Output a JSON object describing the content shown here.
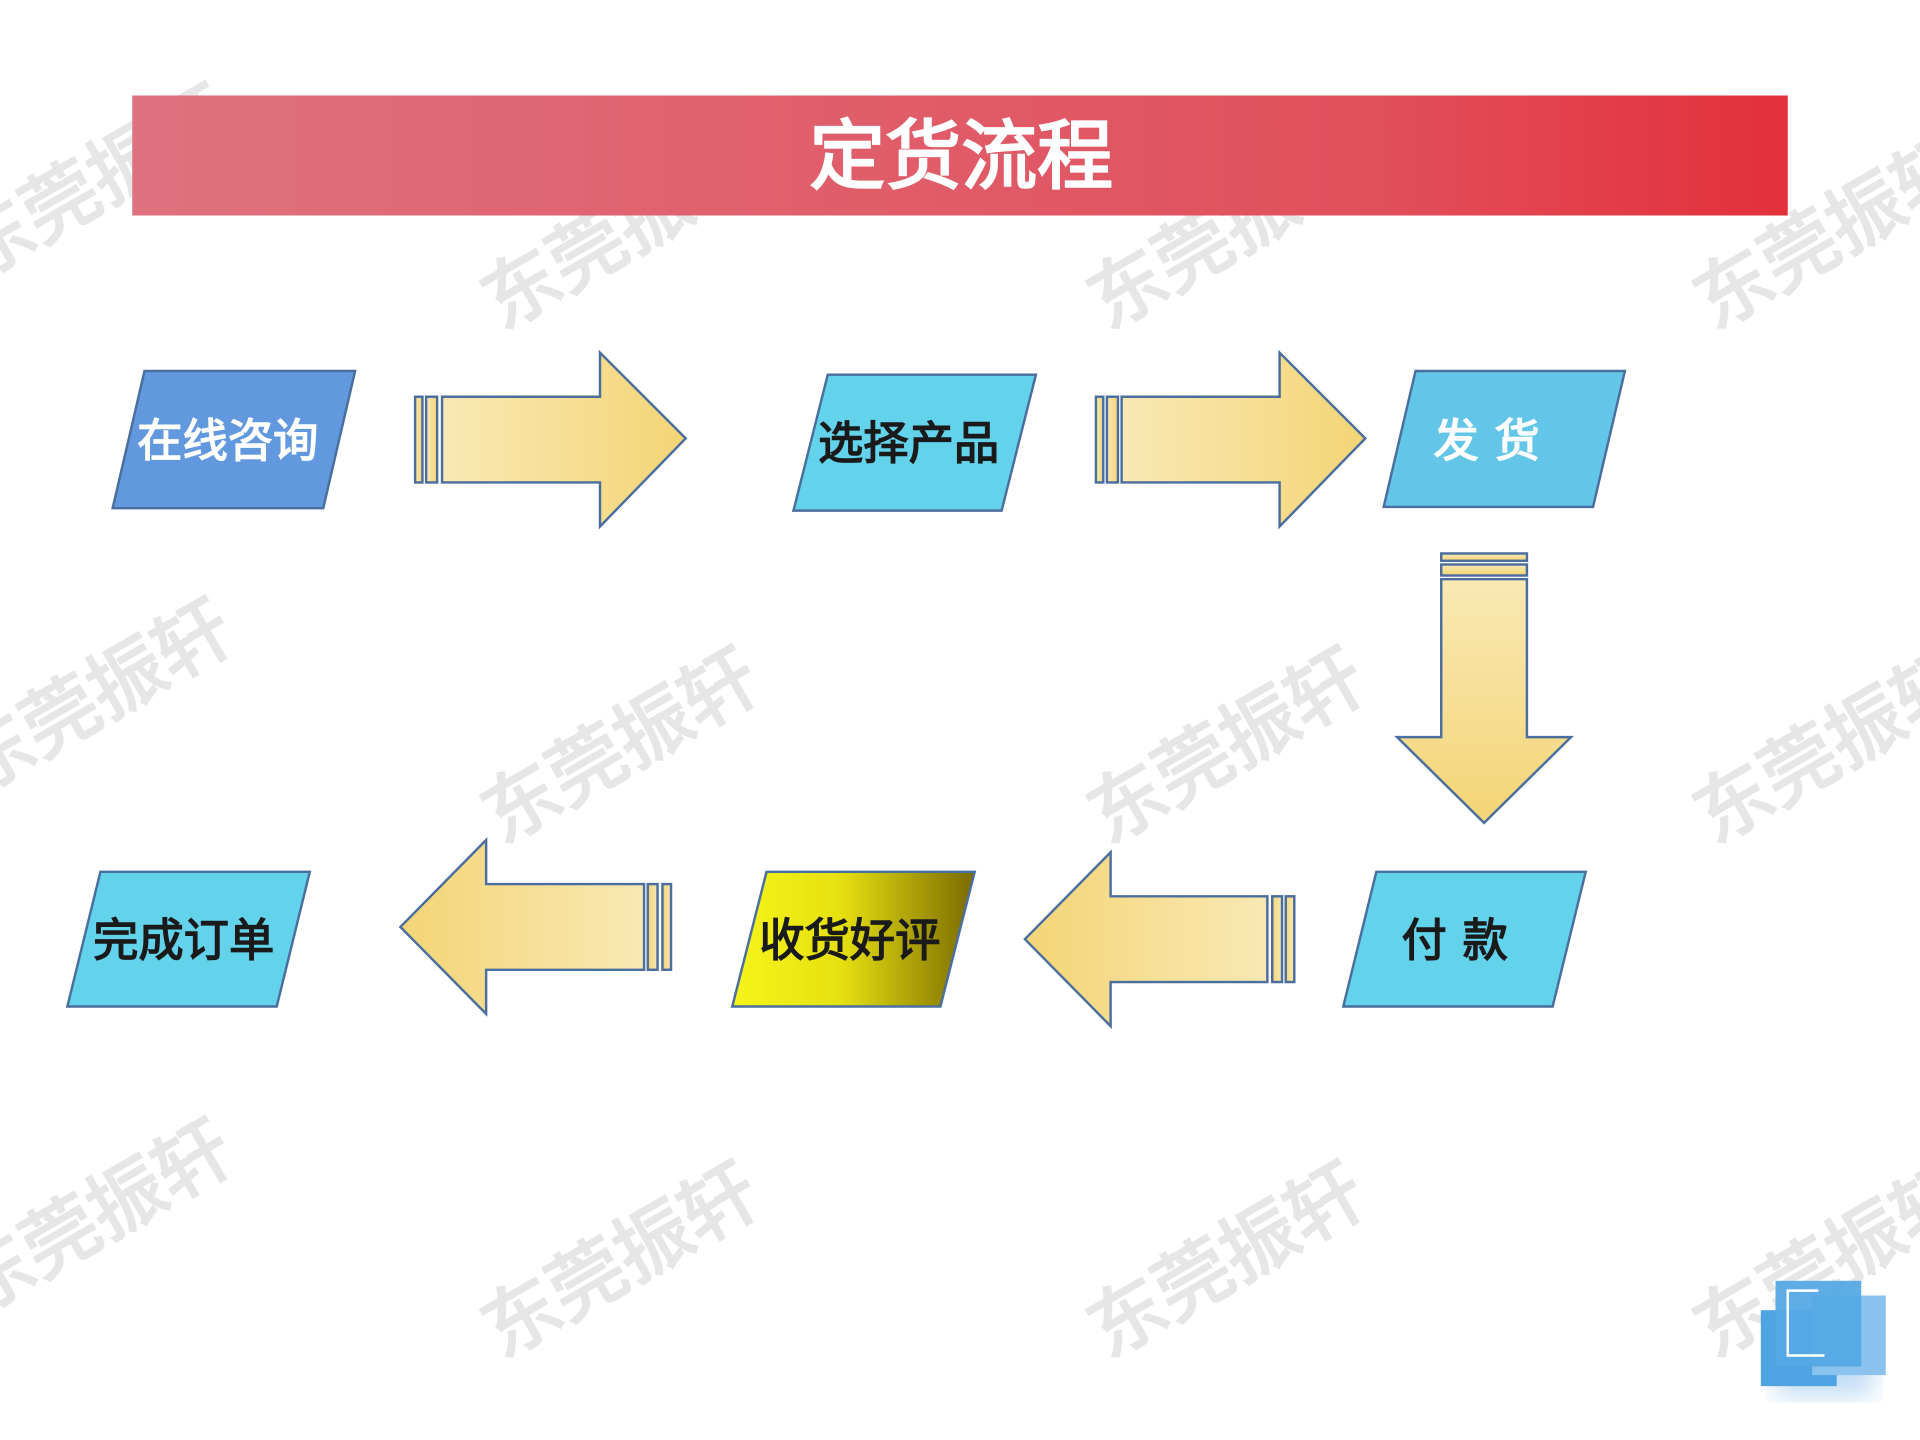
{
  "title": "定货流程",
  "watermark": "东莞振轩",
  "steps": [
    {
      "label": "在线咨询",
      "fill": "#6299de",
      "text_color": "#ffffff"
    },
    {
      "label": "选择产品",
      "fill": "#63d3ec",
      "text_color": "#1a1a1a"
    },
    {
      "label": "发 货",
      "fill": "#63c6e8",
      "text_color": "#ffffff"
    },
    {
      "label": "付 款",
      "fill": "#63d3ec",
      "text_color": "#1a1a1a"
    },
    {
      "label": "收货好评",
      "fill": "#f5f51a",
      "text_color": "#1a1a1a"
    },
    {
      "label": "完成订单",
      "fill": "#63d3ec",
      "text_color": "#1a1a1a"
    }
  ],
  "colors": {
    "banner_start": "#de727e",
    "banner_end": "#e3303a",
    "arrow_light": "#f9e8b4",
    "arrow_dark": "#f3d576",
    "stroke": "#4a6e9e"
  }
}
